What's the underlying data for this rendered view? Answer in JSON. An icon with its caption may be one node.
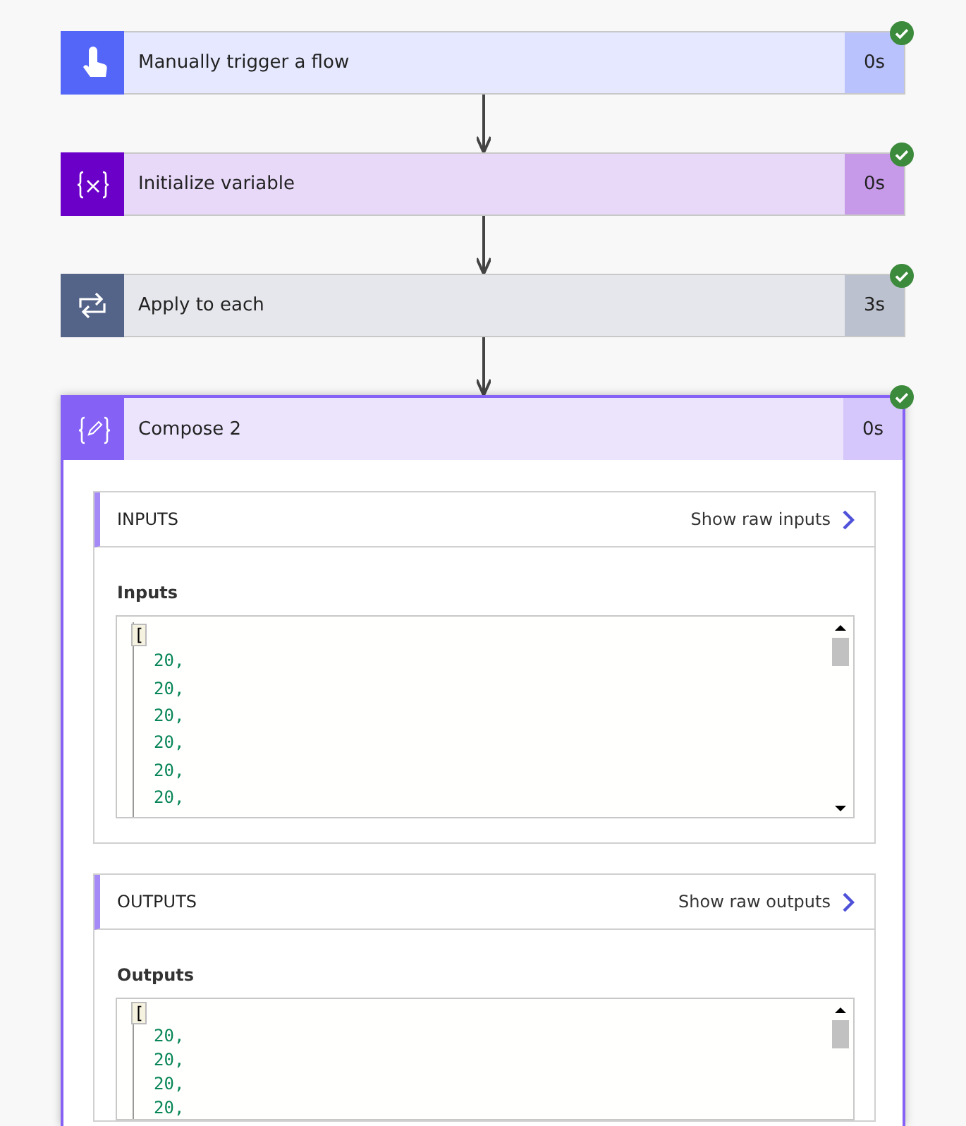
{
  "diagram": {
    "nodes": [
      {
        "text": [
          "Manually trigger a flow",
          "0s"
        ]
      },
      {
        "text": [
          "Initialize variable",
          "0s"
        ]
      },
      {
        "text": [
          "Apply to each",
          "3s"
        ]
      },
      {
        "text": [
          "Compose 2",
          "0s"
        ]
      },
      {
        "text": [
          "INPUTS",
          "Show raw inputs",
          "Inputs"
        ],
        "in": 3
      },
      {
        "text": [
          "[",
          "20,",
          "20,",
          "20,",
          "20,",
          "20,",
          "20,"
        ],
        "in": 4
      },
      {
        "text": [
          "OUTPUTS",
          "Show raw outputs",
          "Outputs"
        ],
        "in": 3
      },
      {
        "text": [
          "[",
          "20,",
          "20,",
          "20,",
          "20,"
        ],
        "in": 6
      }
    ],
    "edges": [
      {
        "from": 0,
        "to": 1,
        "arrow": "to"
      },
      {
        "from": 1,
        "to": 2,
        "arrow": "to"
      },
      {
        "from": 2,
        "to": 3,
        "arrow": "to"
      }
    ]
  }
}
